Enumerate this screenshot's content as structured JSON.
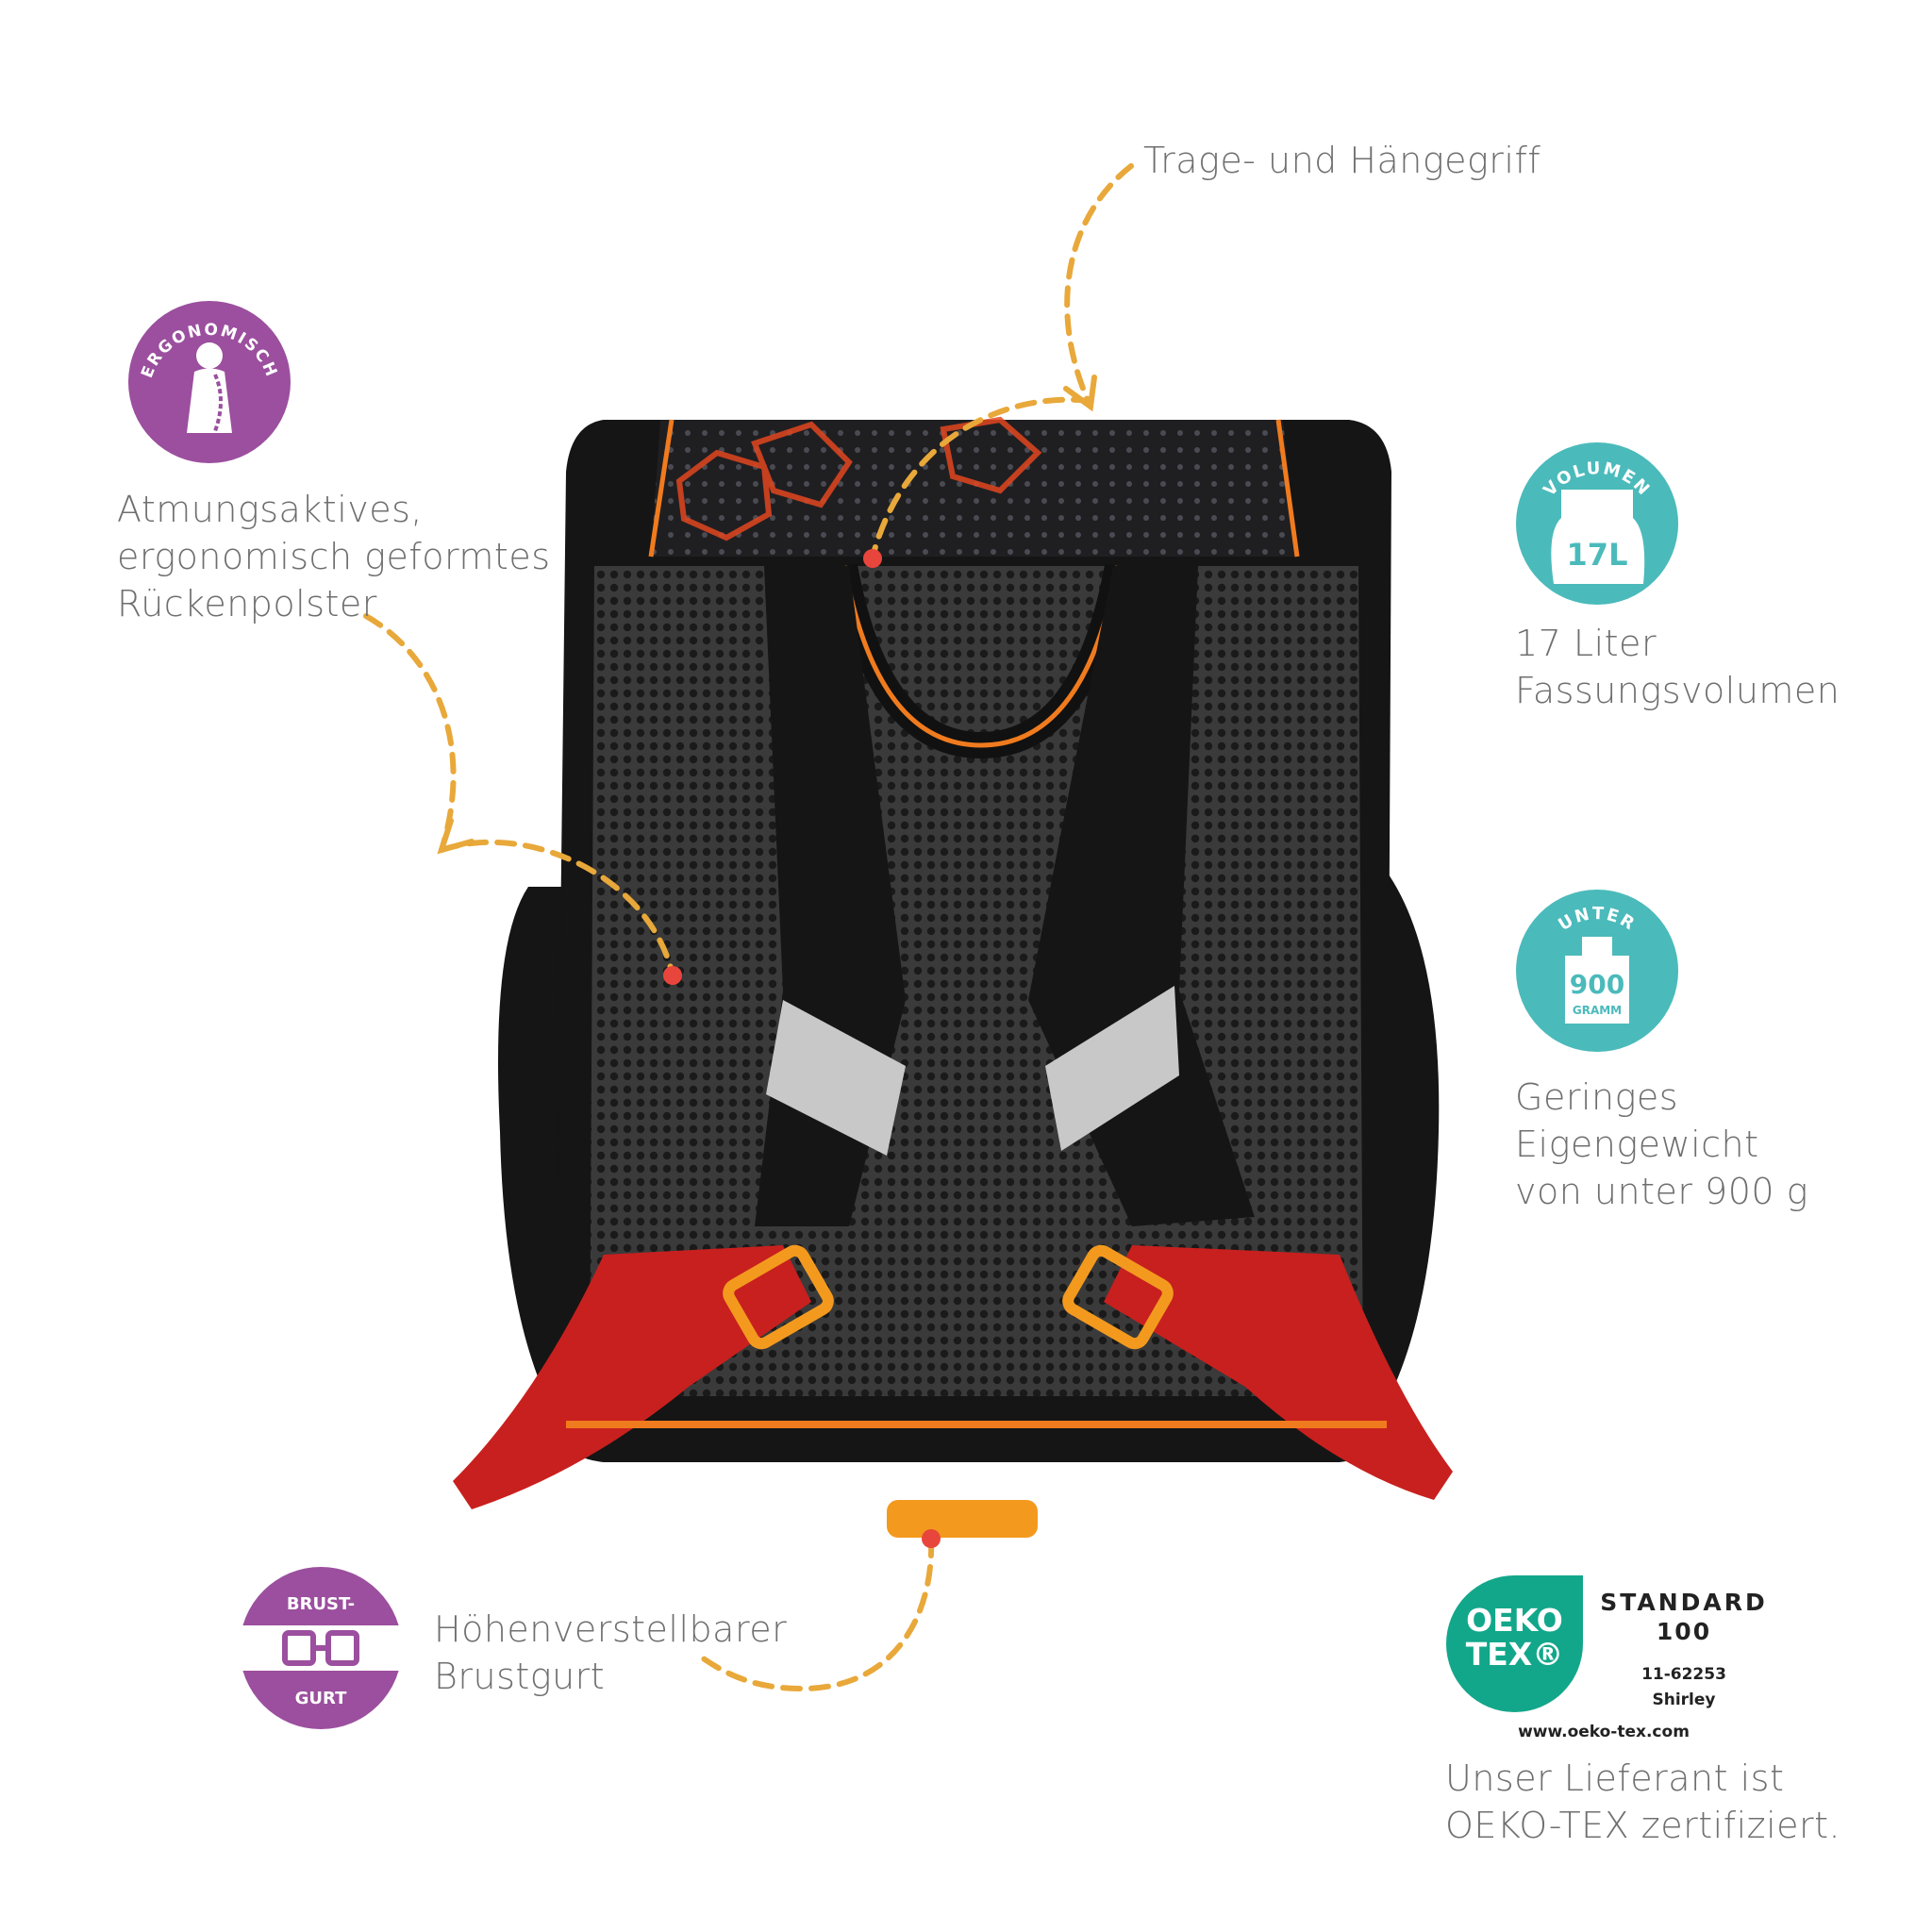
{
  "callouts": {
    "handle": "Trage- und Hängegriff",
    "back_padding": [
      "Atmungsaktives,",
      "ergonomisch geformtes",
      "Rückenpolster"
    ],
    "volume": [
      "17 Liter",
      "Fassungsvolumen"
    ],
    "weight": [
      "Geringes",
      "Eigengewicht",
      "von unter 900 g"
    ],
    "chest_strap": [
      "Höhenverstellbarer",
      "Brustgurt"
    ],
    "oeko_note": [
      "Unser Lieferant ist",
      "OEKO-TEX zertifiziert."
    ]
  },
  "badges": {
    "ergonomic": {
      "arc_text": "ERGONOMISCH",
      "icon": "spine-icon",
      "color": "#9b4f9e"
    },
    "volume": {
      "arc_text": "VOLUMEN",
      "value": "17L",
      "icon": "backpack-icon",
      "color": "#4bbabb"
    },
    "weight": {
      "arc_text": "UNTER",
      "value": "900",
      "unit": "GRAMM",
      "icon": "weight-icon",
      "color": "#4bbabb"
    },
    "chest": {
      "top_text": "BRUST-",
      "bottom_text": "GURT",
      "icon": "buckle-icon",
      "color": "#9b4f9e"
    }
  },
  "oeko_tex": {
    "logo_line1": "OEKO",
    "logo_line2": "TEX®",
    "standard": "STANDARD",
    "standard_num": "100",
    "cert_no": "11-62253",
    "institute": "Shirley",
    "url": "www.oeko-tex.com",
    "color": "#12a78a"
  },
  "accent_colors": {
    "dash": "#e8a83a",
    "dot": "#e8463c"
  }
}
